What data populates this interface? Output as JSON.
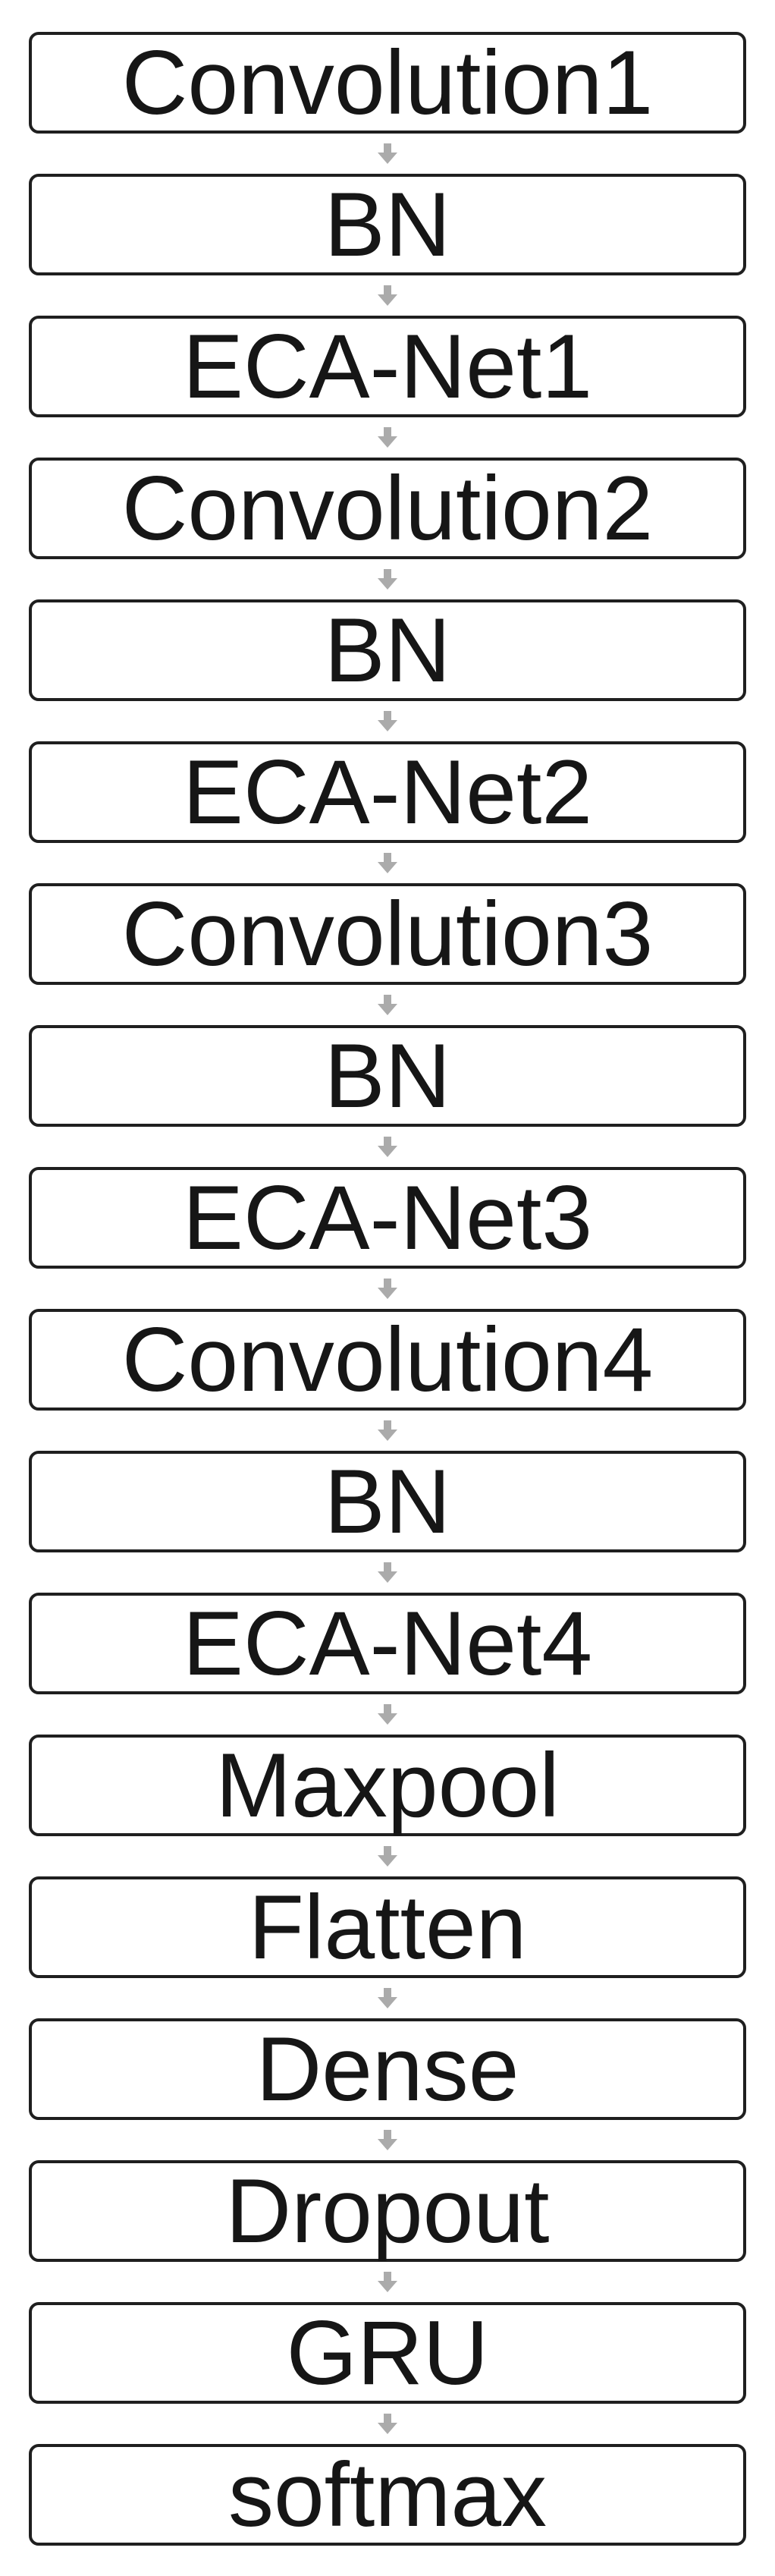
{
  "diagram": {
    "type": "flowchart",
    "direction": "top-to-bottom",
    "layers": [
      {
        "label": "Convolution1"
      },
      {
        "label": "BN"
      },
      {
        "label": "ECA-Net1"
      },
      {
        "label": "Convolution2"
      },
      {
        "label": "BN"
      },
      {
        "label": "ECA-Net2"
      },
      {
        "label": "Convolution3"
      },
      {
        "label": "BN"
      },
      {
        "label": "ECA-Net3"
      },
      {
        "label": "Convolution4"
      },
      {
        "label": "BN"
      },
      {
        "label": "ECA-Net4"
      },
      {
        "label": "Maxpool"
      },
      {
        "label": "Flatten"
      },
      {
        "label": "Dense"
      },
      {
        "label": "Dropout"
      },
      {
        "label": "GRU"
      },
      {
        "label": "softmax"
      }
    ],
    "connector": {
      "style": "down-arrow"
    },
    "colors": {
      "background": "#ffffff",
      "box_fill": "#ffffff",
      "box_border": "#1f1f1f",
      "label_text": "#161616",
      "arrow": "#ababab"
    }
  }
}
